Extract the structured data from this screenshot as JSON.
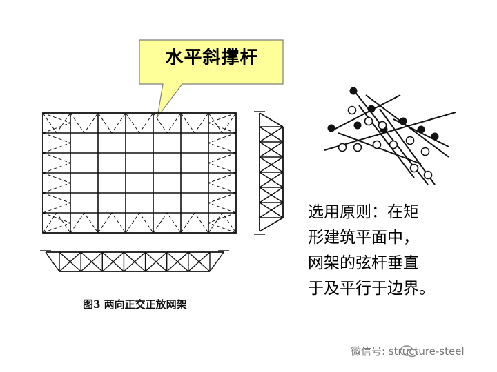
{
  "callout": {
    "label": "水平斜撑杆"
  },
  "figure_caption": "图3  两向正交正放网架",
  "note_lines": [
    "选用原则：在矩",
    "形建筑平面中，",
    "网架的弦杆垂直",
    "于及平行于边界。"
  ],
  "watermark": {
    "text": "微信号: structure-steel",
    "icon": "wechat-icon"
  },
  "colors": {
    "callout_fill": "#ffff99",
    "callout_border": "#7f7f7f",
    "line": "#111111",
    "watermark": "#7a7a7a"
  }
}
